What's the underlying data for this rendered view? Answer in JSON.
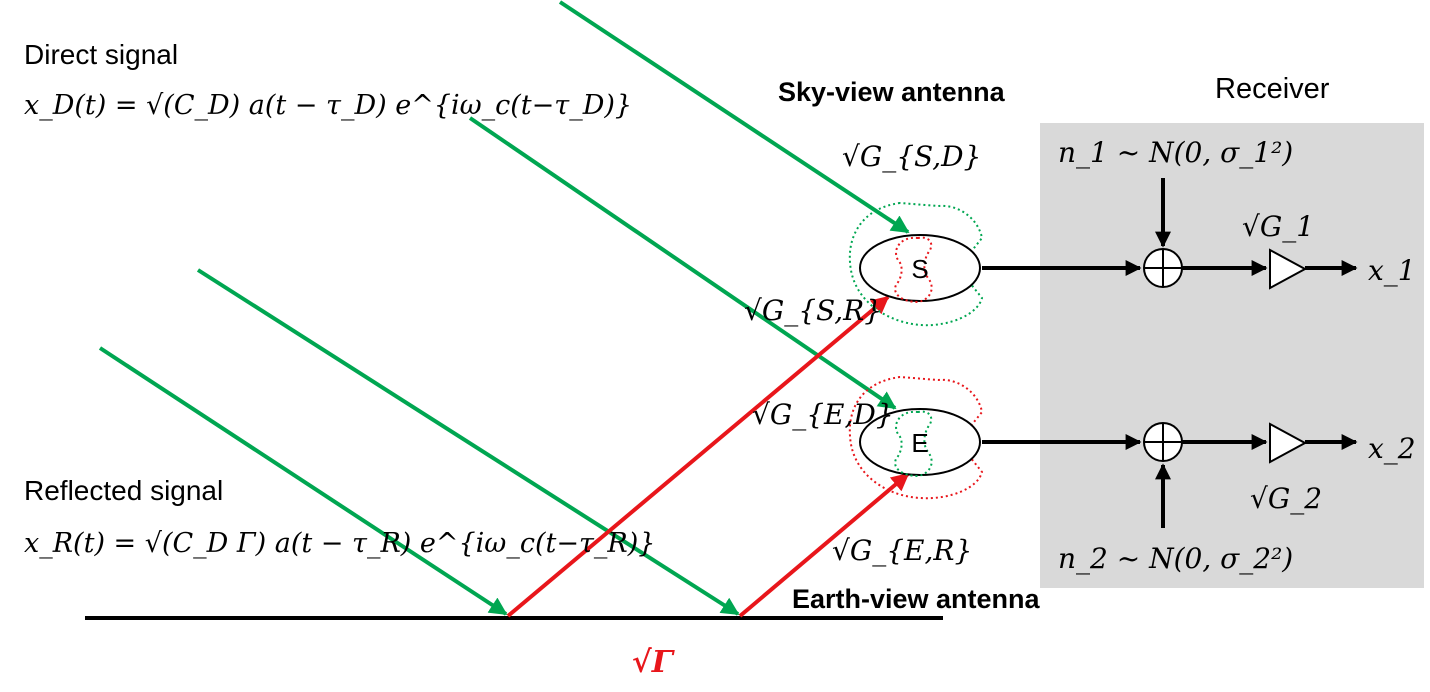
{
  "direct_signal": {
    "label": "Direct signal",
    "formula": "x_D(t) = √(C_D) a(t − τ_D) e^{iω_c(t−τ_D)}"
  },
  "reflected_signal": {
    "label": "Reflected signal",
    "formula": "x_R(t) = √(C_D Γ) a(t − τ_R) e^{iω_c(t−τ_R)}"
  },
  "sky_antenna": {
    "title": "Sky-view antenna",
    "letter": "S"
  },
  "earth_antenna": {
    "title": "Earth-view antenna",
    "letter": "E"
  },
  "receiver": {
    "title": "Receiver"
  },
  "gains": {
    "g_sd": "√G_{S,D}",
    "g_sr": "√G_{S,R}",
    "g_ed": "√G_{E,D}",
    "g_er": "√G_{E,R}",
    "g1": "√G_1",
    "g2": "√G_2",
    "gamma": "√Γ"
  },
  "noise": {
    "n1": "n_1 ~ N(0, σ_1²)",
    "n2": "n_2 ~ N(0, σ_2²)"
  },
  "outputs": {
    "x1": "x_1",
    "x2": "x_2"
  },
  "colors": {
    "direct": "#00a651",
    "reflected": "#e8161b",
    "receiver_bg": "#d9d9d9",
    "ink": "#000000"
  }
}
